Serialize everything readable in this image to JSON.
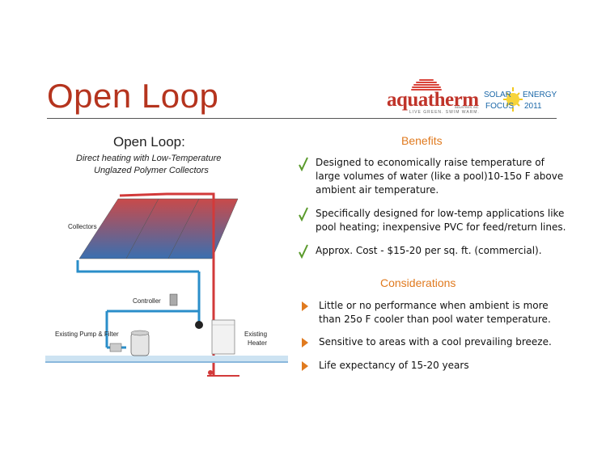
{
  "slide": {
    "title": "Open Loop"
  },
  "logos": {
    "aquatherm": {
      "word": "aquatherm",
      "tagline": "LIVE GREEN. SWIM WARM.",
      "industries": "INDUSTRIES, INC."
    },
    "solar_focus": {
      "solar": "SOLAR",
      "energy": "ENERGY",
      "focus": "FOCUS",
      "year": "2011"
    }
  },
  "diagram": {
    "heading": "Open Loop:",
    "subtitle_line1": "Direct heating with Low-Temperature",
    "subtitle_line2": "Unglazed Polymer Collectors",
    "label_collectors": "Collectors",
    "label_controller": "Controller",
    "label_pump": "Existing Pump & Filter",
    "label_heater_1": "Existing",
    "label_heater_2": "Heater"
  },
  "benefits": {
    "heading": "Benefits",
    "items": [
      {
        "lines": [
          "Designed to economically raise temperature of",
          "large volumes of water (like a pool)10-15o F above",
          "ambient air temperature."
        ]
      },
      {
        "lines": [
          "Specifically designed for low-temp applications like",
          "pool heating; inexpensive PVC for feed/return lines."
        ]
      },
      {
        "lines": [
          "Approx. Cost - $15-20 per sq. ft. (commercial)."
        ]
      }
    ]
  },
  "considerations": {
    "heading": "Considerations",
    "items": [
      {
        "lines": [
          "Little or no performance when ambient is more",
          "than 25o F cooler than pool water temperature."
        ]
      },
      {
        "lines": [
          "Sensitive to areas with a cool prevailing breeze."
        ]
      },
      {
        "lines": [
          "Life expectancy of 15-20 years"
        ]
      }
    ]
  },
  "colors": {
    "title": "#b5341e",
    "heading": "#e07a1f",
    "check": "#5a9a2c",
    "arrow": "#e07a1f",
    "pipe_cold": "#2a8ec9",
    "pipe_hot": "#d23a3a"
  }
}
